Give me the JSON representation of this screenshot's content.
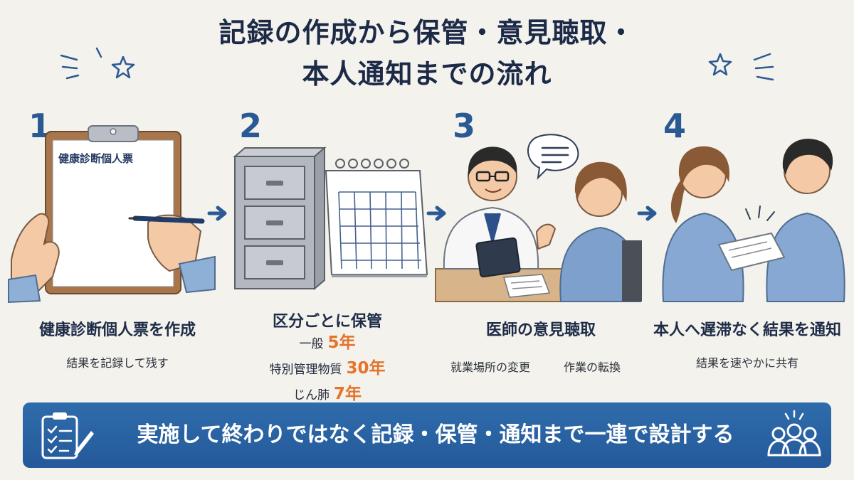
{
  "title": {
    "line1": "記録の作成から保管・意見聴取・",
    "line2": "本人通知までの流れ"
  },
  "steps": [
    {
      "number": "1",
      "title": "健康診断個人票を作成",
      "subtitle": "結果を記録して残す",
      "form_label": "健康診断個人票",
      "icon": "clipboard-icon"
    },
    {
      "number": "2",
      "title": "区分ごとに保管",
      "retention": [
        {
          "label": "一般",
          "value": "5年"
        },
        {
          "label": "特別管理物質",
          "value": "30年"
        },
        {
          "label": "じん肺",
          "value": "7年"
        }
      ],
      "icon": "filing-cabinet-icon"
    },
    {
      "number": "3",
      "title": "医師の意見聴取",
      "subtitles": [
        "就業場所の変更",
        "作業の転換"
      ],
      "icon": "doctor-consultation-icon"
    },
    {
      "number": "4",
      "title": "本人へ遅滞なく結果を通知",
      "subtitle": "結果を速やかに共有",
      "icon": "handover-document-icon"
    }
  ],
  "banner": {
    "text": "実施して終わりではなく記録・保管・通知まで一連で設計する",
    "left_icon": "checklist-icon",
    "right_icon": "team-icon"
  },
  "colors": {
    "background": "#f4f2ec",
    "accent_blue": "#2a5a94",
    "banner_blue": "#2a62a2",
    "highlight_orange": "#e5732a",
    "text_dark": "#1f2d4a"
  }
}
